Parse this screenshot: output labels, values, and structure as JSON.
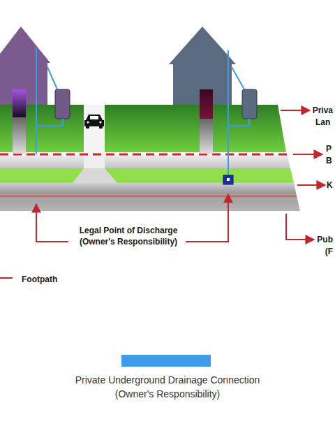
{
  "diagram": {
    "labels": [
      "Priva",
      "Lan",
      "P",
      "B",
      "K",
      "Pub",
      "(F",
      "Legal Point of Discharge (Owner's Responsibility)"
    ],
    "legend": [
      {
        "text": "Footpath"
      },
      {
        "text": "Private Underground Drainage Connection (Owner's Responsibility)",
        "color": "#3d9be9"
      }
    ]
  }
}
